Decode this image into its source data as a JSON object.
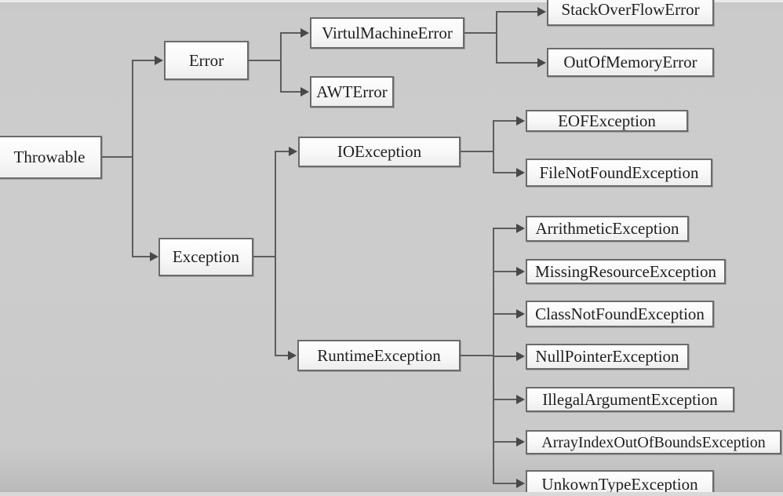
{
  "diagram": {
    "type": "tree",
    "description": "Java Throwable class hierarchy diagram",
    "root": "Throwable",
    "nodes": {
      "throwable": {
        "label": "Throwable"
      },
      "error": {
        "label": "Error"
      },
      "virtual_machine_error": {
        "label": "VirtulMachineError"
      },
      "awt_error": {
        "label": "AWTError"
      },
      "stack_overflow_error": {
        "label": "StackOverFlowError"
      },
      "out_of_memory_error": {
        "label": "OutOfMemoryError"
      },
      "exception": {
        "label": "Exception"
      },
      "io_exception": {
        "label": "IOException"
      },
      "eof_exception": {
        "label": "EOFException"
      },
      "file_not_found_exception": {
        "label": "FileNotFoundException"
      },
      "runtime_exception": {
        "label": "RuntimeException"
      },
      "arrithmetic_exception": {
        "label": "ArrithmeticException"
      },
      "missing_resource_exception": {
        "label": "MissingResourceException"
      },
      "class_not_found_exception": {
        "label": "ClassNotFoundException"
      },
      "null_pointer_exception": {
        "label": "NullPointerException"
      },
      "illegal_argument_exception": {
        "label": "IllegalArgumentException"
      },
      "array_index_out_of_bounds_exception": {
        "label": "ArrayIndexOutOfBoundsException"
      },
      "unkown_type_exception": {
        "label": "UnkownTypeException"
      }
    },
    "edges": [
      [
        "Throwable",
        "Error"
      ],
      [
        "Throwable",
        "Exception"
      ],
      [
        "Error",
        "VirtulMachineError"
      ],
      [
        "Error",
        "AWTError"
      ],
      [
        "VirtulMachineError",
        "StackOverFlowError"
      ],
      [
        "VirtulMachineError",
        "OutOfMemoryError"
      ],
      [
        "Exception",
        "IOException"
      ],
      [
        "Exception",
        "RuntimeException"
      ],
      [
        "IOException",
        "EOFException"
      ],
      [
        "IOException",
        "FileNotFoundException"
      ],
      [
        "RuntimeException",
        "ArrithmeticException"
      ],
      [
        "RuntimeException",
        "MissingResourceException"
      ],
      [
        "RuntimeException",
        "ClassNotFoundException"
      ],
      [
        "RuntimeException",
        "NullPointerException"
      ],
      [
        "RuntimeException",
        "IllegalArgumentException"
      ],
      [
        "RuntimeException",
        "ArrayIndexOutOfBoundsException"
      ],
      [
        "RuntimeException",
        "UnkownTypeException"
      ]
    ],
    "colors": {
      "background": "#cbcbcb",
      "box_fill": "#f8f8f8",
      "box_border": "#6b6b6b",
      "connector_line": "#5d5d5d",
      "arrowhead": "#484848",
      "text": "#1f1f1f"
    }
  }
}
